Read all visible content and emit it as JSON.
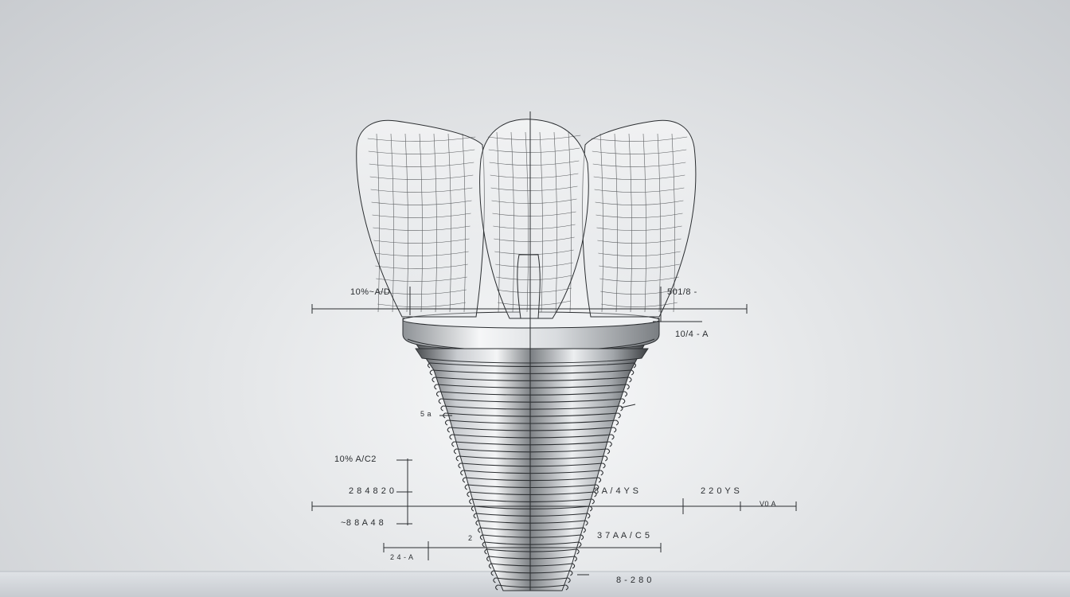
{
  "annotations": {
    "left_top": "10%~A/D",
    "right_top_1": "501/8 -",
    "right_top_2": "10/4 - A",
    "left_mid_small": "5 a",
    "left_1": "10% A/C2",
    "left_2": "2 8 4 8 2 0",
    "left_3": "~8 8 A 4 8",
    "left_4": "2 4 - A",
    "center_1": "8 A / 4 Y S",
    "right_1": "2 2 0 Y S",
    "right_far": "V0 A",
    "center_2": "3 7 A  A / C 5",
    "center_3": "2",
    "bottom": "8 - 2  8 0"
  },
  "colors": {
    "line": "#2b2e31",
    "metal_dark": "#3a3d40",
    "metal_light": "#f4f5f6",
    "background_center": "#f7f8f9",
    "background_edge": "#c9ccd0"
  }
}
